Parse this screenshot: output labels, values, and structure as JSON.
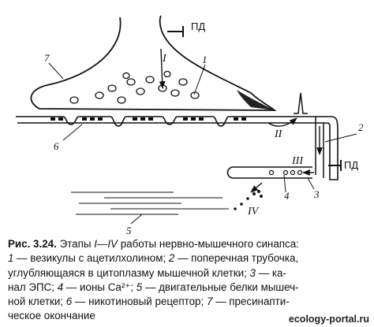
{
  "figure": {
    "labels": {
      "n1": "1",
      "n2": "2",
      "n3": "3",
      "n4": "4",
      "n5": "5",
      "n6": "6",
      "n7": "7",
      "stage1": "I",
      "stage2": "II",
      "stage3": "III",
      "stage4": "IV",
      "pd_top": "ПД",
      "pd_right": "ПД"
    }
  },
  "caption": {
    "fig_number": "Рис. 3.24.",
    "line1_rest": " Этапы ",
    "range": "I—IV",
    "line1_tail": " работы нервно-мышечного синапса:",
    "line2_key": "1",
    "line2_text": " — везикулы с ацетилхолином; ",
    "line2_key2": "2",
    "line2_text2": " — поперечная трубочка,",
    "line3_text": "углубляющаяся в цитоплазму мышечной клетки; ",
    "line3_key": "3",
    "line3_text2": " — ка-",
    "line4_text": "нал ЭПС; ",
    "line4_key": "4",
    "line4_text2": " — ионы Ca²⁺; ",
    "line4_key2": "5",
    "line4_text3": " — двигательные белки мышеч-",
    "line5_text": "ной клетки; ",
    "line5_key": "6",
    "line5_text2": " — никотиновый рецептор; ",
    "line5_key2": "7",
    "line5_text3": " — пресинапти-",
    "line6_text": "ческое окончание"
  },
  "watermark": "ecology-portal.ru"
}
